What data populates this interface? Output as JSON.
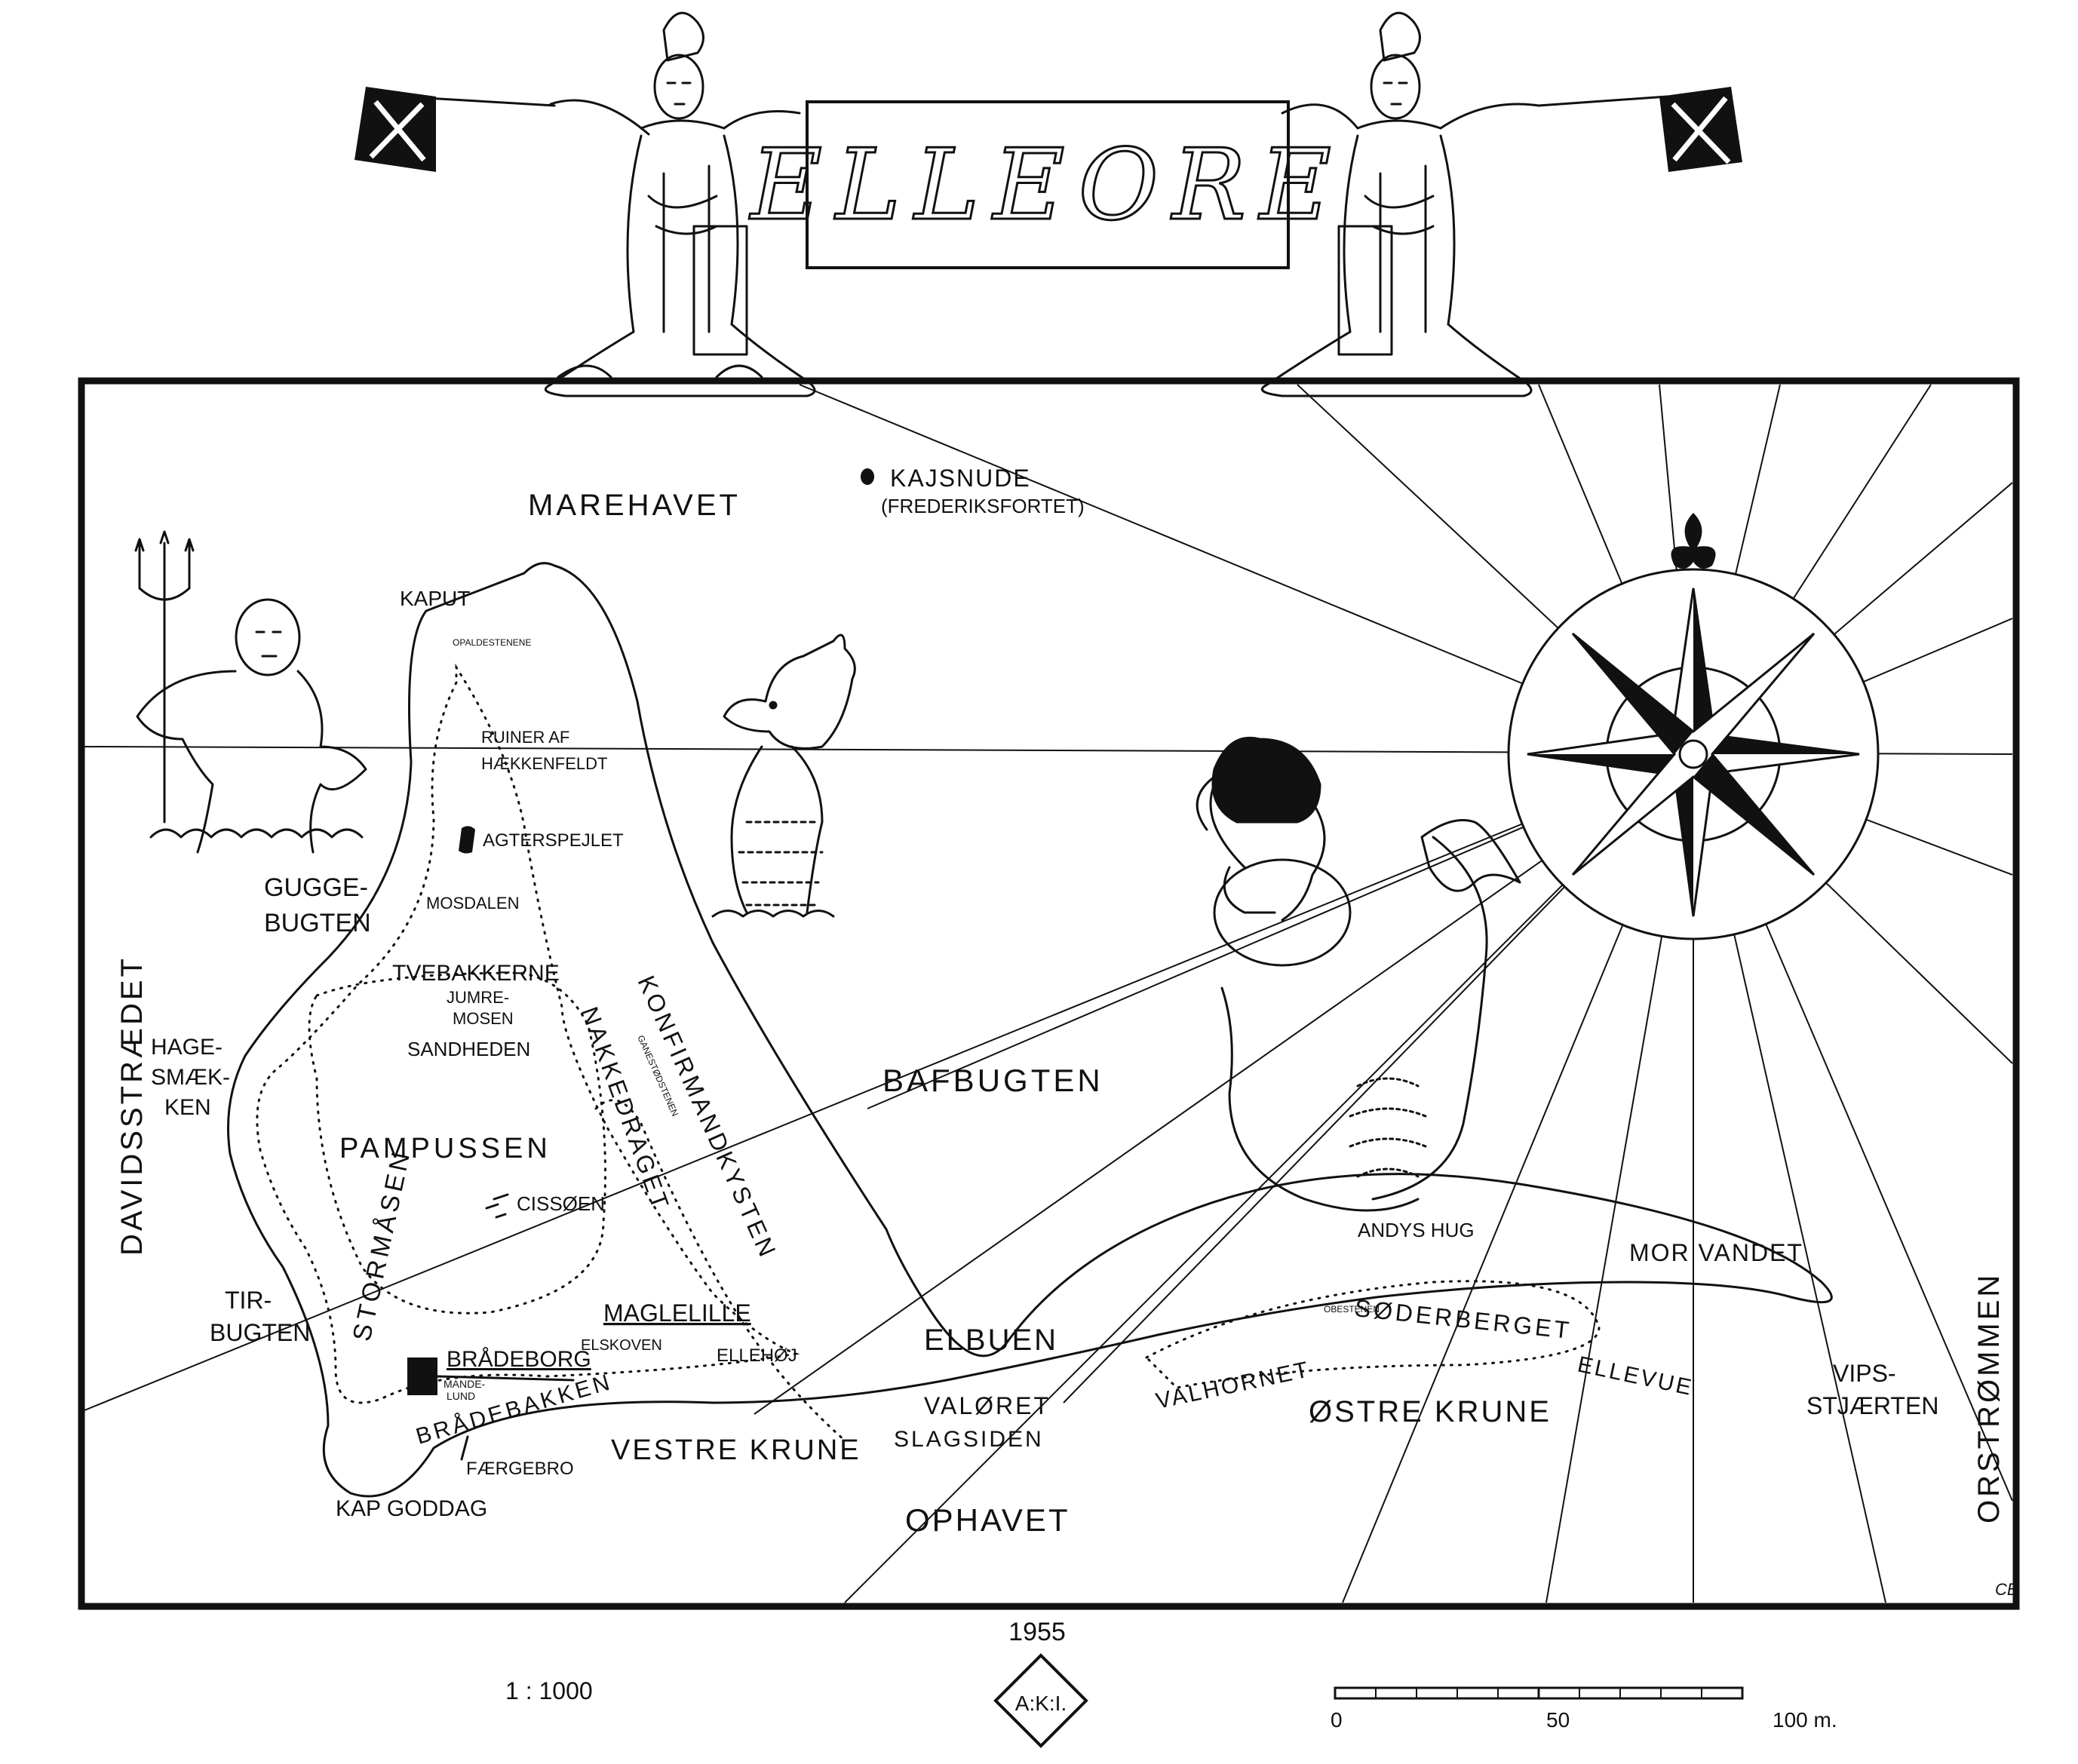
{
  "title": "ELLEORE",
  "year": "1955",
  "emblem": {
    "monogram": "A:K:I."
  },
  "scale": {
    "ratio": "1 : 1000",
    "bar_ticks": [
      "0",
      "50",
      "100 m."
    ]
  },
  "signature": "CB",
  "labels": {
    "sea": {
      "marehavet": "MAREHAVET",
      "bafbugten": "BAFBUGTEN",
      "elbuen": "ELBUEN",
      "morvandet": "MOR VANDET",
      "ophavet": "OPHAVET",
      "vestre_krune": "VESTRE KRUNE",
      "ostre_krune": "ØSTRE KRUNE",
      "davidsstraedet": "DAVIDSSTRÆDET",
      "orstrommen": "ORSTRØMMEN",
      "gugge_1": "GUGGE-",
      "gugge_2": "BUGTEN",
      "hage_1": "HAGE-",
      "hage_2": "SMÆK-",
      "hage_3": "KEN",
      "tir_1": "TIR-",
      "tir_2": "BUGTEN"
    },
    "islet": {
      "name": "KAJSNUDE",
      "sub": "(FREDERIKSFORTET)"
    },
    "places": {
      "kaput": "KAPUT",
      "opaldestenene": "OPALDESTENENE",
      "ruiner_1": "RUINER AF",
      "ruiner_2": "HÆKKENFELDT",
      "agterspejlet": "AGTERSPEJLET",
      "mosdalen": "MOSDALEN",
      "tvebakkerne": "TVEBAKKERNE",
      "jumre_1": "JUMRE-",
      "jumre_2": "MOSEN",
      "sandheden": "SANDHEDEN",
      "pampussen": "PAMPUSSEN",
      "cissoen": "CISSØEN",
      "stormasen": "STORMÅSEN",
      "nakkedraget": "NAKKEDRAGET",
      "konfirmandkysten": "KONFIRMANDKYSTEN",
      "ganestodstenen": "GANESTØDSTENEN",
      "maglelille": "MAGLELILLE",
      "elskoven": "ELSKOVEN",
      "ellehoj": "ELLEHØJ",
      "bradeborg": "BRÅDEBORG",
      "mandelund_1": "MANDE-",
      "mandelund_2": "LUND",
      "bradebakken": "BRÅDEBAKKEN",
      "faergebro": "FÆRGEBRO",
      "kap_goddag": "KAP GODDAG",
      "valoret": "VALØRET",
      "slagsiden": "SLAGSIDEN",
      "valhornet": "VALHORNET",
      "andys_hug": "ANDYS HUG",
      "obestenen": "OBESTENEN",
      "soderberget": "SØDERBERGET",
      "ellevue": "ELLEVUE",
      "vips_1": "VIPS-",
      "vips_2": "STJÆRTEN"
    }
  }
}
